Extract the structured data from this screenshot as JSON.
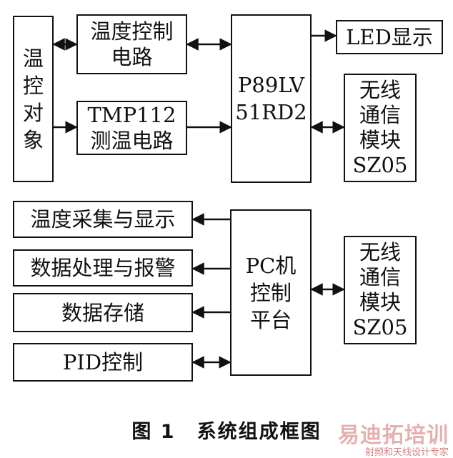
{
  "blocks": {
    "temp_ctrl_circuit": "温度控制\n电路",
    "temp_object": "温\n控\n对\n象",
    "tmp112": "TMP112\n测温电路",
    "mcu": "P89LV\n51RD2",
    "led": "LED显示",
    "wireless_top": "无线\n通信\n模块\nSZ05",
    "temp_collect": "温度采集与显示",
    "data_alarm": "数据处理与报警",
    "data_store": "数据存储",
    "pid": "PID控制",
    "pc": "PC机\n控制\n平台",
    "wireless_bottom": "无线\n通信\n模块\nSZ05"
  },
  "caption": {
    "number": "图 1",
    "title": "系统组成框图"
  },
  "watermark": {
    "brand": "易迪拓培训",
    "tagline": "射频和天线设计专家"
  }
}
